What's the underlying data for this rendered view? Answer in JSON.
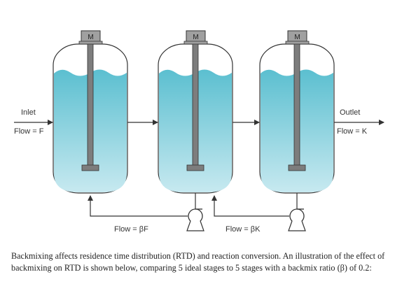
{
  "diagram": {
    "inlet_label": "Inlet",
    "inlet_flow": "Flow = F",
    "outlet_label": "Outlet",
    "outlet_flow": "Flow = K",
    "recycle_flows": [
      "Flow = βF",
      "Flow = βK"
    ],
    "motor_label": "M",
    "tank_count": 3
  },
  "colors": {
    "liquid_top": "#5bbfd0",
    "liquid_bottom": "#bfe6ee",
    "tank_outline": "#333333",
    "mixer_shaft": "#7d7d7d",
    "motor_fill": "#a0a0a0"
  },
  "caption": "Backmixing affects residence time distribution (RTD) and reaction conversion. An illustration of the effect of backmixing on RTD is shown below, comparing 5 ideal stages to 5 stages with a backmix ratio (β) of 0.2:"
}
